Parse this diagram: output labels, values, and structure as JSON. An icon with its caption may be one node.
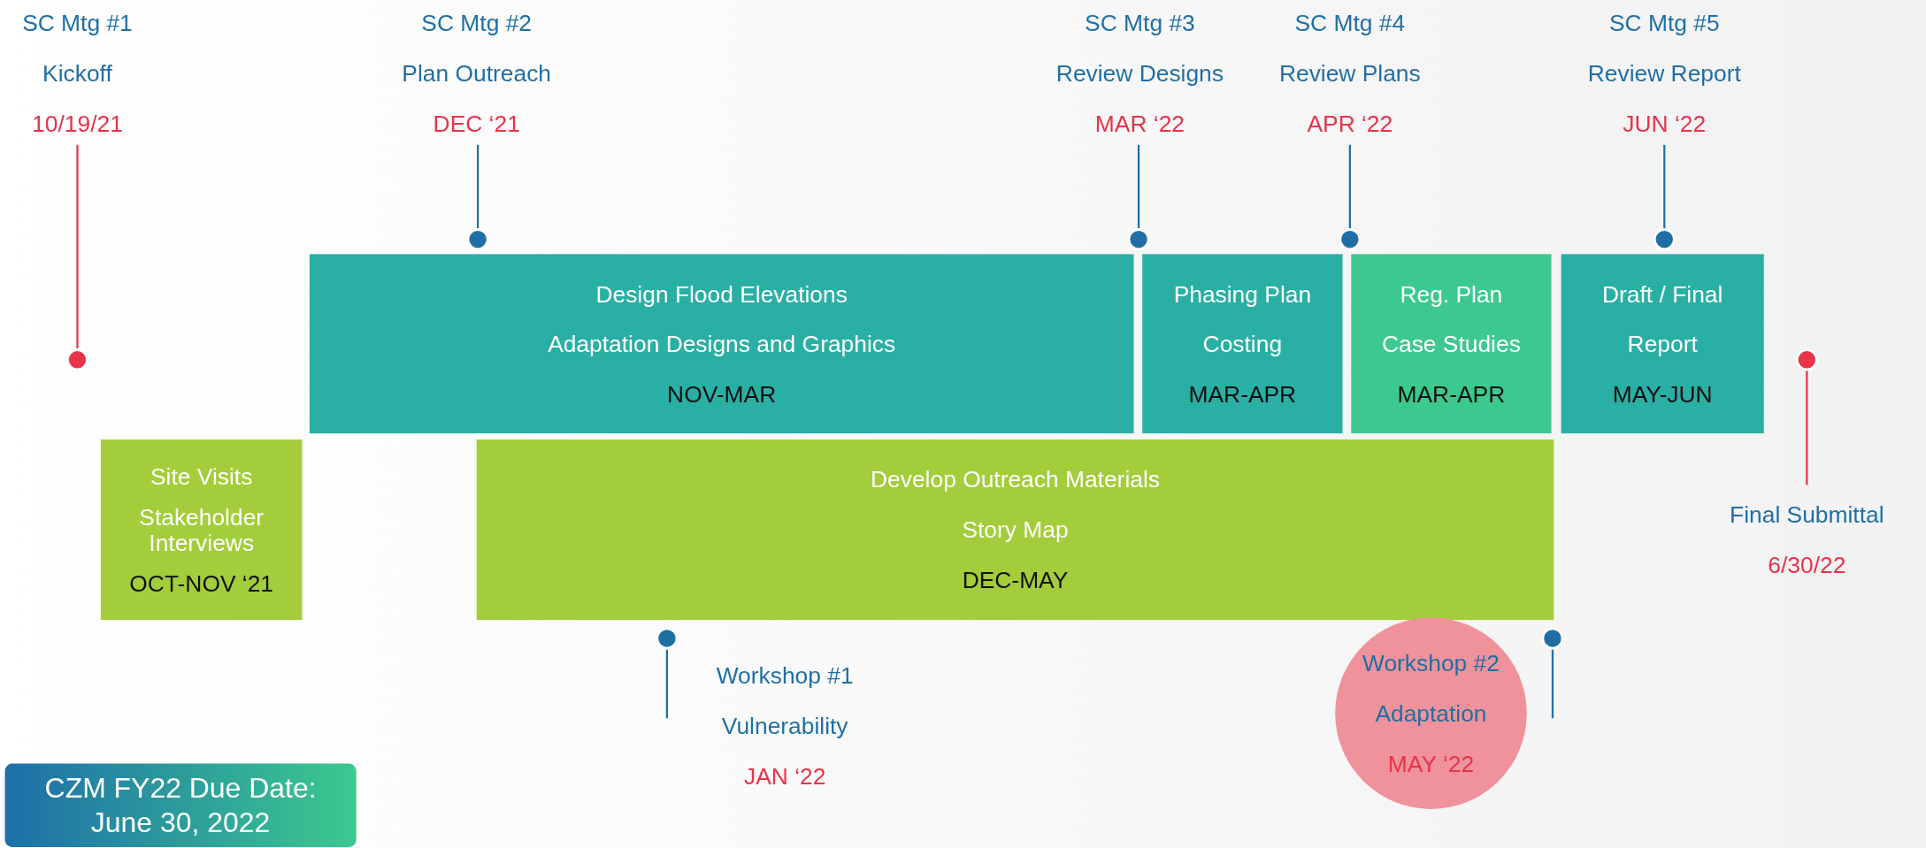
{
  "diagram": {
    "nodes": [
      {
        "text": [
          "SC Mtg #1",
          "Kickoff",
          "10/19/21"
        ]
      },
      {
        "text": [
          "SC Mtg #2",
          "Plan Outreach",
          "DEC ‘21"
        ]
      },
      {
        "text": [
          "SC Mtg #3",
          "Review Designs",
          "MAR ‘22"
        ]
      },
      {
        "text": [
          "SC Mtg #4",
          "Review Plans",
          "APR ‘22"
        ]
      },
      {
        "text": [
          "SC Mtg #5",
          "Review Report",
          "JUN ‘22"
        ]
      },
      {
        "text": [],
        "shape": "circle"
      },
      {
        "text": [],
        "shape": "circle"
      },
      {
        "text": [],
        "shape": "circle"
      },
      {
        "text": [],
        "shape": "circle"
      },
      {
        "text": [],
        "shape": "circle"
      },
      {
        "text": [],
        "shape": "circle"
      },
      {
        "text": [
          "Design Flood Elevations",
          "Adaptation Designs and Graphics",
          "NOV-MAR"
        ]
      },
      {
        "text": [
          "Phasing Plan",
          "Costing",
          "MAR-APR"
        ]
      },
      {
        "text": [
          "Reg. Plan",
          "Case Studies",
          "MAR-APR"
        ]
      },
      {
        "text": [
          "Draft / Final",
          "Report",
          "MAY-JUN"
        ]
      },
      {
        "text": [
          "Site Visits",
          "Stakeholder Interviews",
          "OCT-NOV ‘21"
        ]
      },
      {
        "text": [
          "Develop Outreach Materials",
          "Story Map",
          "DEC-MAY"
        ]
      },
      {
        "text": [],
        "shape": "circle"
      },
      {
        "text": [],
        "shape": "circle"
      },
      {
        "text": [
          "Workshop #1",
          "Vulnerability",
          "JAN ‘22"
        ]
      },
      {
        "text": [
          "Workshop #2",
          "Adaptation",
          "MAY ‘22"
        ]
      },
      {
        "text": [
          "Final Submittal",
          "6/30/22"
        ]
      },
      {
        "text": [
          "CZM FY22 Due Date: June 30, 2022"
        ]
      }
    ],
    "edges": [
      {
        "from": 0,
        "to": 5,
        "arrow": "none",
        "color": "#e8334a"
      },
      {
        "from": 1,
        "to": 6,
        "arrow": "none"
      },
      {
        "from": 2,
        "to": 7,
        "arrow": "none"
      },
      {
        "from": 3,
        "to": 8,
        "arrow": "none"
      },
      {
        "from": 4,
        "to": 9,
        "arrow": "none"
      },
      {
        "from": 21,
        "to": 10,
        "arrow": "none",
        "color": "#e8334a"
      },
      {
        "from": 19,
        "to": 17,
        "arrow": "none"
      },
      {
        "from": 20,
        "to": 18,
        "arrow": "none"
      }
    ]
  }
}
